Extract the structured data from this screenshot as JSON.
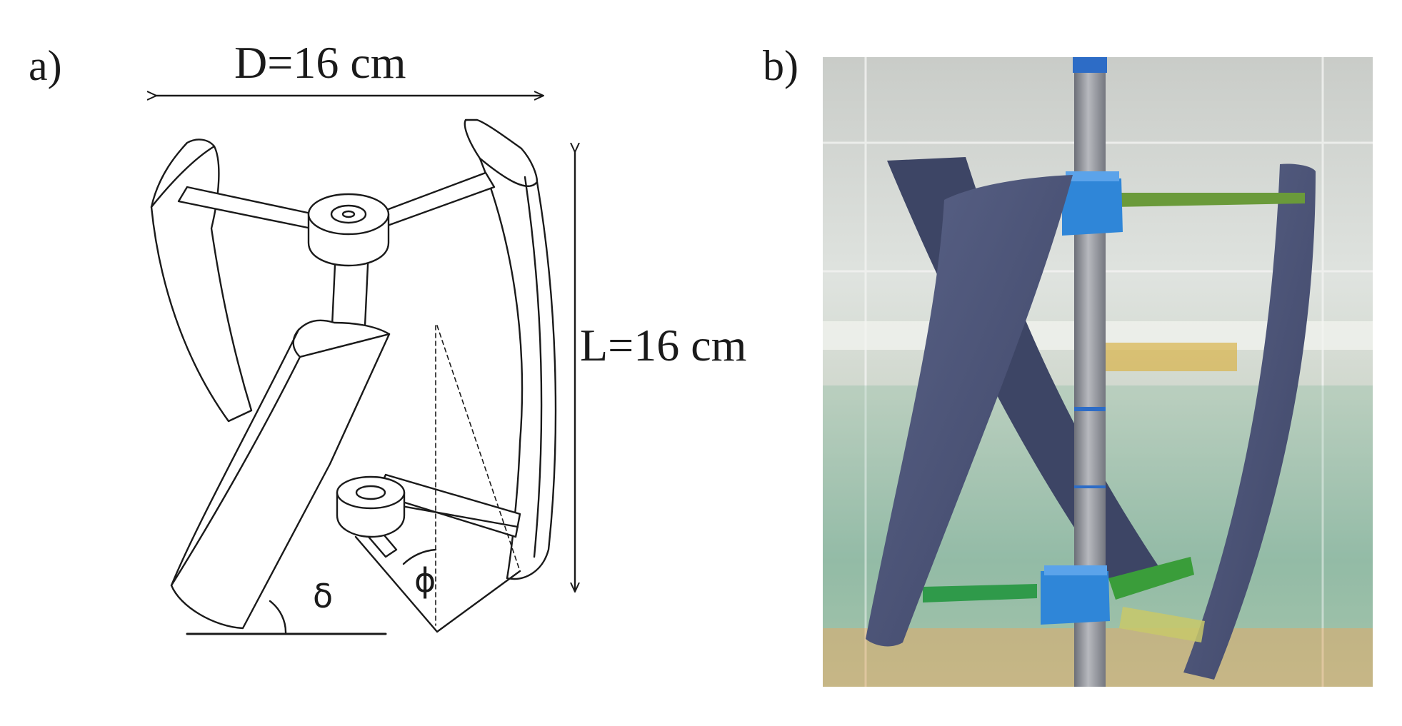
{
  "figure": {
    "panel_a": {
      "label": "a)",
      "diameter_label": "D=16 cm",
      "length_label": "L=16 cm",
      "delta_symbol": "δ",
      "phi_symbol": "ϕ"
    },
    "panel_b": {
      "label": "b)"
    }
  },
  "colors": {
    "line": "#1a1a1a",
    "blade": "#4a5378",
    "hub": "#2f86d8",
    "arm": "#3f9a37",
    "shaft": "#9a9ca4",
    "water": "#a9c9b8"
  }
}
